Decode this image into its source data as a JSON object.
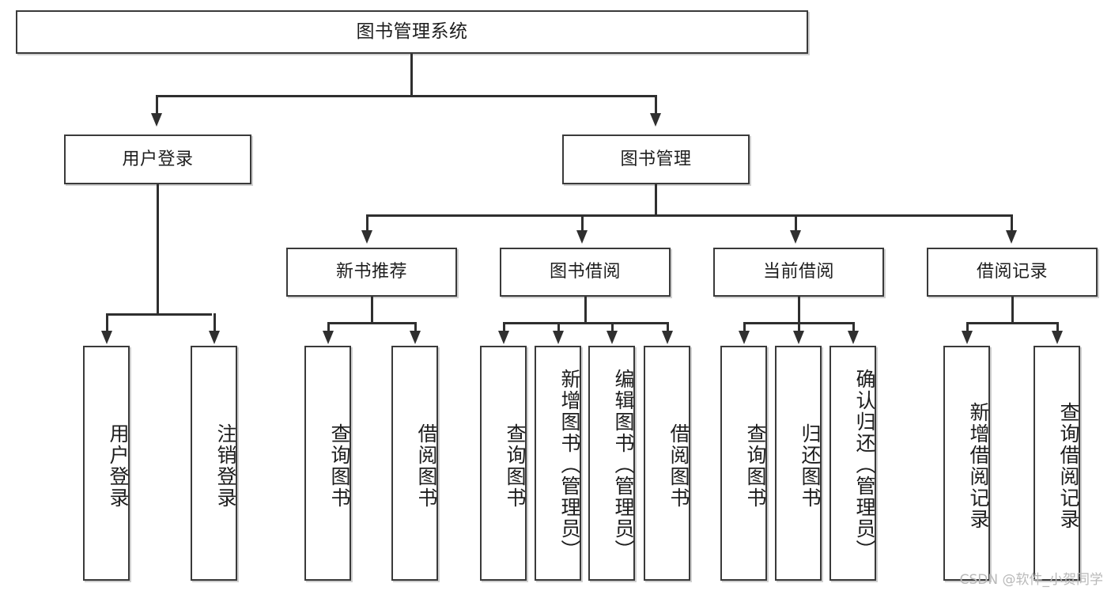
{
  "diagram": {
    "title": "图书管理系统",
    "type": "tree",
    "watermark": "CSDN @软件_小贺同学",
    "colors": {
      "box_border": "#3a3a3a",
      "box_fill": "#ffffff",
      "connector": "#2f2f2f",
      "text": "#1d1d1d",
      "watermark": "#b9b9b9",
      "background": "#ffffff"
    },
    "root": {
      "label": "图书管理系统"
    },
    "level1": [
      {
        "label": "用户登录"
      },
      {
        "label": "图书管理"
      }
    ],
    "level2": [
      {
        "label": "新书推荐"
      },
      {
        "label": "图书借阅"
      },
      {
        "label": "当前借阅"
      },
      {
        "label": "借阅记录"
      }
    ],
    "leaves": {
      "user_login": [
        {
          "label": "用户登录"
        },
        {
          "label": "注销登录"
        }
      ],
      "new_book_recommend": [
        {
          "label": "查询图书"
        },
        {
          "label": "借阅图书"
        }
      ],
      "book_borrow": [
        {
          "label": "查询图书"
        },
        {
          "label": "新增图书（管理员）"
        },
        {
          "label": "编辑图书（管理员）"
        },
        {
          "label": "借阅图书"
        }
      ],
      "current_borrow": [
        {
          "label": "查询图书"
        },
        {
          "label": "归还图书"
        },
        {
          "label": "确认归还（管理员）"
        }
      ],
      "borrow_record": [
        {
          "label": "新增借阅记录"
        },
        {
          "label": "查询借阅记录"
        }
      ]
    }
  }
}
